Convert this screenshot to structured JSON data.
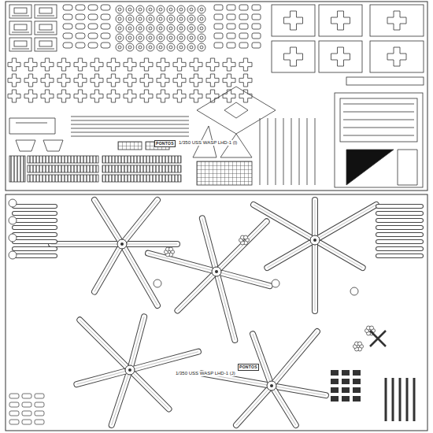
{
  "diagram": {
    "labels": [
      "PONTOS",
      "1/350 USS WASP LHD-1 (I)",
      "PONTOS",
      "1/350 USS WASP LHD-1 (J)"
    ]
  }
}
